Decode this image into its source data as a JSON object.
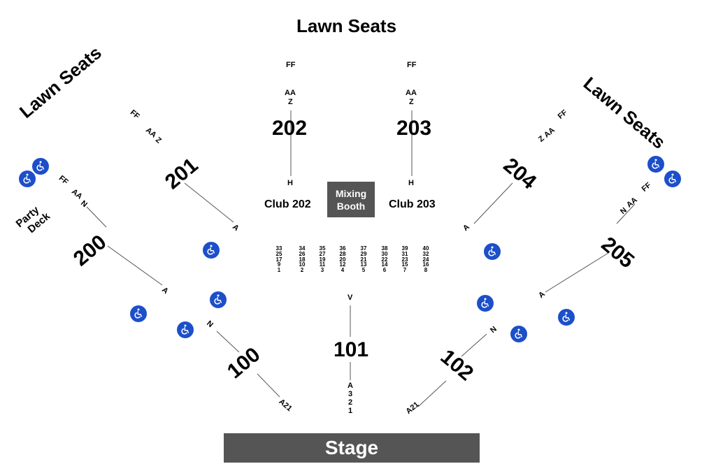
{
  "lawn": {
    "top": "Lawn Seats",
    "left": "Lawn Seats",
    "right": "Lawn Seats"
  },
  "party_deck": {
    "line1": "Party",
    "line2": "Deck"
  },
  "sections": {
    "s200": "200",
    "s201": "201",
    "s202": "202",
    "s203": "203",
    "s204": "204",
    "s205": "205",
    "s100": "100",
    "s101": "101",
    "s102": "102"
  },
  "rows": {
    "ff": "FF",
    "aa": "AA",
    "z": "Z",
    "h": "H",
    "a": "A",
    "n": "N",
    "v": "V",
    "aaz": "AA\nZ",
    "r3": "3",
    "r2": "2",
    "r1": "1",
    "a21": "A21"
  },
  "clubs": {
    "c202": "Club 202",
    "c203": "Club 203"
  },
  "booth": {
    "line1": "Mixing",
    "line2": "Booth"
  },
  "stage": "Stage",
  "table_numbers": [
    [
      "33",
      "25",
      "17",
      "9",
      "1"
    ],
    [
      "34",
      "26",
      "18",
      "10",
      "2"
    ],
    [
      "35",
      "27",
      "19",
      "11",
      "3"
    ],
    [
      "36",
      "28",
      "20",
      "12",
      "4"
    ],
    [
      "37",
      "29",
      "21",
      "13",
      "5"
    ],
    [
      "38",
      "30",
      "22",
      "14",
      "6"
    ],
    [
      "39",
      "31",
      "23",
      "15",
      "7"
    ],
    [
      "40",
      "32",
      "24",
      "16",
      "8"
    ]
  ],
  "icons": {
    "accessible": "wheelchair-icon"
  },
  "colors": {
    "accessible": "#1c4fc9",
    "booth": "#555555",
    "stage": "#555555"
  }
}
